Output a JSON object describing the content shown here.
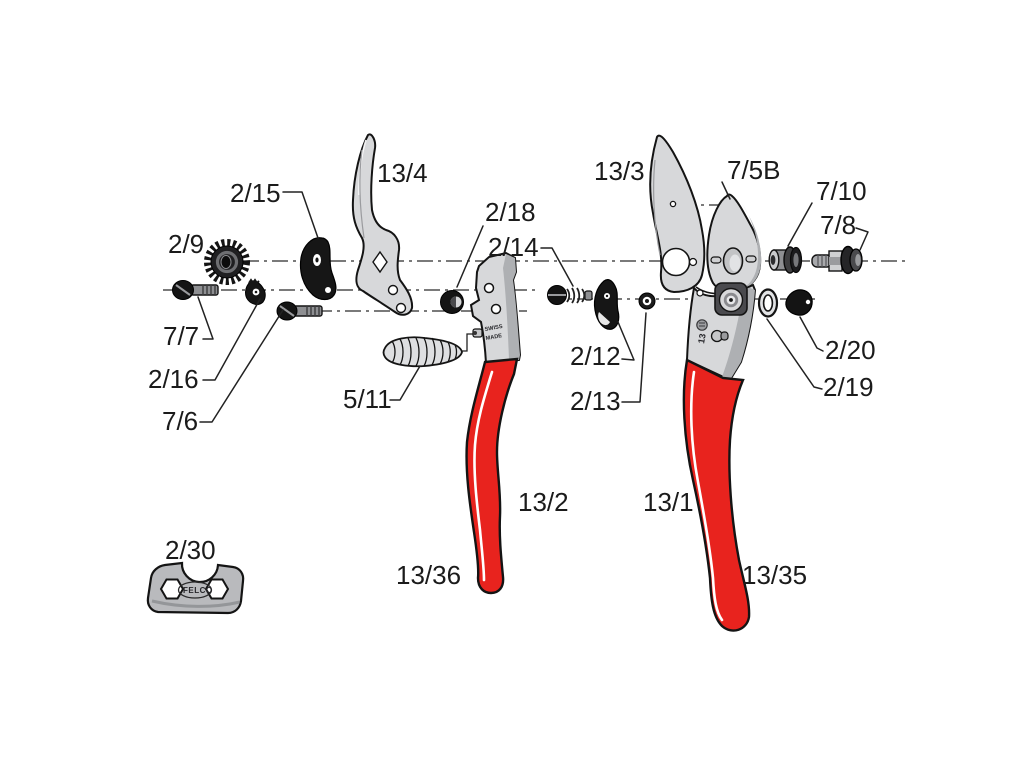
{
  "diagram": {
    "type": "exploded-parts-diagram",
    "subject": "pruning-shears",
    "colors": {
      "background": "#ffffff",
      "handle_red": "#e8231e",
      "metal_light": "#d7d8da",
      "metal_dark": "#aeb0b3",
      "part_black": "#151515",
      "line": "#1b1b1b"
    },
    "labels": {
      "n2_15": "2/15",
      "n13_4": "13/4",
      "n2_9": "2/9",
      "n2_18": "2/18",
      "n2_14": "2/14",
      "n13_3": "13/3",
      "n7_5b": "7/5B",
      "n7_10": "7/10",
      "n7_8": "7/8",
      "n7_7": "7/7",
      "n2_16": "2/16",
      "n7_6": "7/6",
      "n5_11": "5/11",
      "n2_12": "2/12",
      "n2_13": "2/13",
      "n2_20": "2/20",
      "n2_19": "2/19",
      "n13_2": "13/2",
      "n13_1": "13/1",
      "n13_36": "13/36",
      "n13_35": "13/35",
      "n2_30": "2/30"
    },
    "markings": {
      "wrench_logo": "FELCO",
      "stamp_line1": "SWISS",
      "stamp_line2": "MADE",
      "model_number": "13"
    }
  }
}
